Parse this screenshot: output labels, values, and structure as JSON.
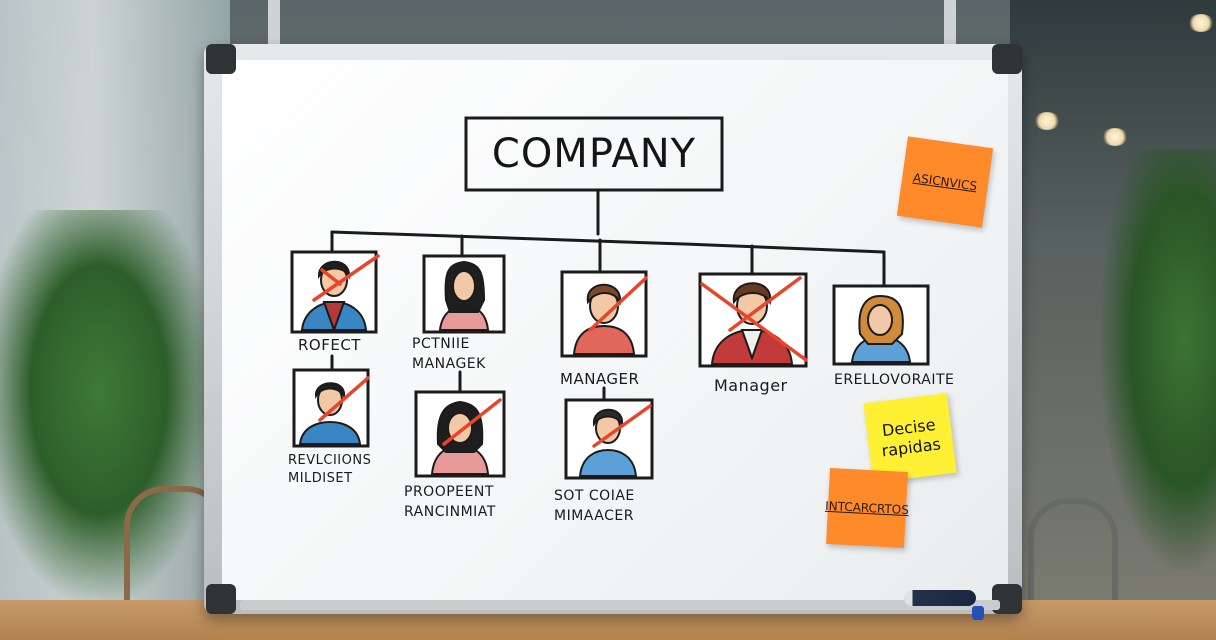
{
  "chart_title": "COMPANY",
  "roles": [
    {
      "id": "r1",
      "label": "ROFECT",
      "crossed": true
    },
    {
      "id": "r2",
      "label": "PCTNIIE MANAGEK",
      "crossed": false
    },
    {
      "id": "r3",
      "label": "MANAGER",
      "crossed": true
    },
    {
      "id": "r4",
      "label": "Manager",
      "crossed": true
    },
    {
      "id": "r5",
      "label": "ERELLOVORAITE",
      "crossed": false
    },
    {
      "id": "r6",
      "label": "REVLCIIONS MILDISET",
      "crossed": true
    },
    {
      "id": "r7",
      "label": "PROOPEENT RANCINMIAT",
      "crossed": true
    },
    {
      "id": "r8",
      "label": "SOT COIAE MIMAACER",
      "crossed": true
    }
  ],
  "sticky_notes": {
    "top_orange": "ASICNVICS",
    "yellow_line1": "Decise",
    "yellow_line2": "rapidas",
    "bottom_orange": "INTCARCRTOS"
  },
  "colors": {
    "marker_black": "#1b1b1b",
    "cross_red": "#e8452a",
    "sticky_orange": "#ff8a2a",
    "sticky_yellow": "#fff033",
    "whiteboard": "#f7f8f9"
  }
}
